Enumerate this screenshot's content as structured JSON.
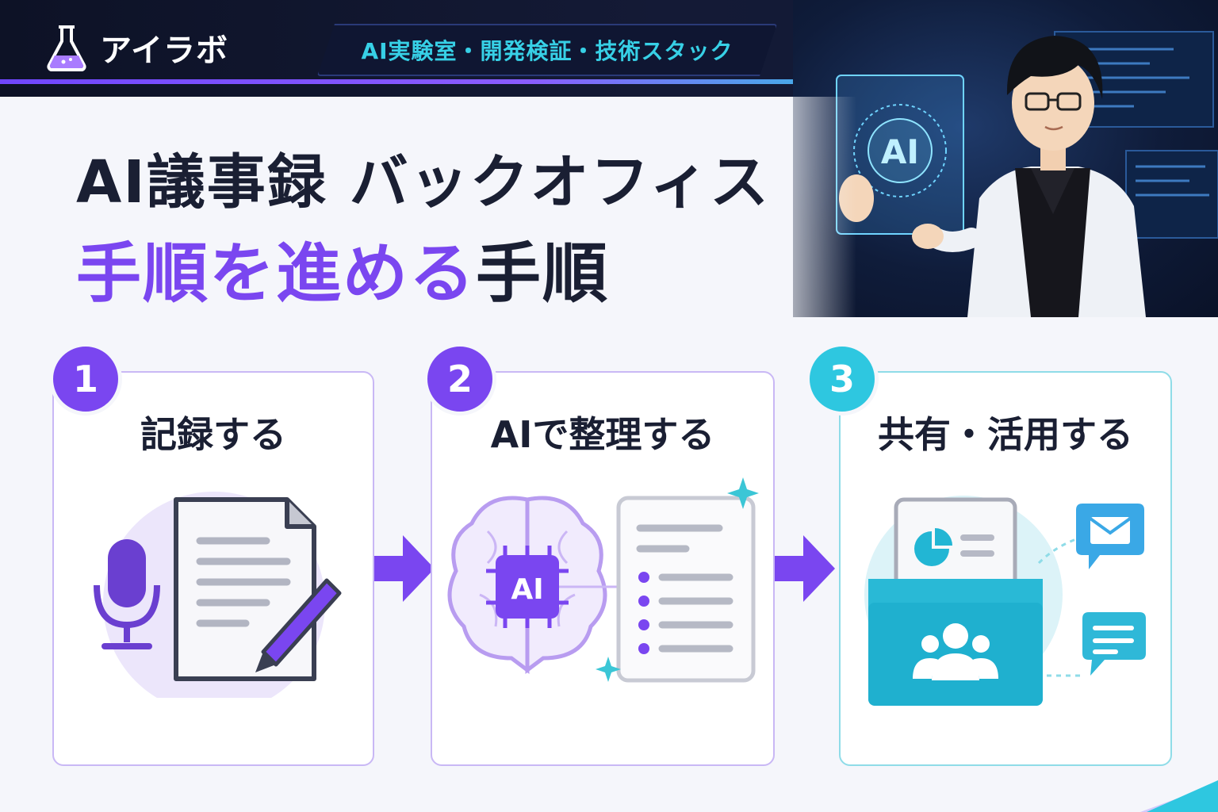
{
  "brand": {
    "name": "アイラボ",
    "tagline": "AI実験室・開発検証・技術スタック"
  },
  "hero": {
    "hologram_text": "AI"
  },
  "title": {
    "line1": "AI議事録 バックオフィス",
    "line2_accent": "手順を進める",
    "line2_rest": "手順"
  },
  "steps": [
    {
      "number": "1",
      "label": "記録する"
    },
    {
      "number": "2",
      "label": "AIで整理する",
      "chip_text": "AI"
    },
    {
      "number": "3",
      "label": "共有・活用する"
    }
  ],
  "colors": {
    "purple": "#7a46f0",
    "cyan": "#2ec7e0",
    "dark": "#1a1f33",
    "header_bg": "#0d1226"
  },
  "icons": [
    "flask-icon",
    "microphone-icon",
    "document-icon",
    "pen-icon",
    "brain-icon",
    "ai-chip-icon",
    "list-document-icon",
    "sparkle-icon",
    "folder-icon",
    "team-icon",
    "chart-document-icon",
    "mail-icon",
    "chat-icon",
    "arrow-right-icon"
  ]
}
